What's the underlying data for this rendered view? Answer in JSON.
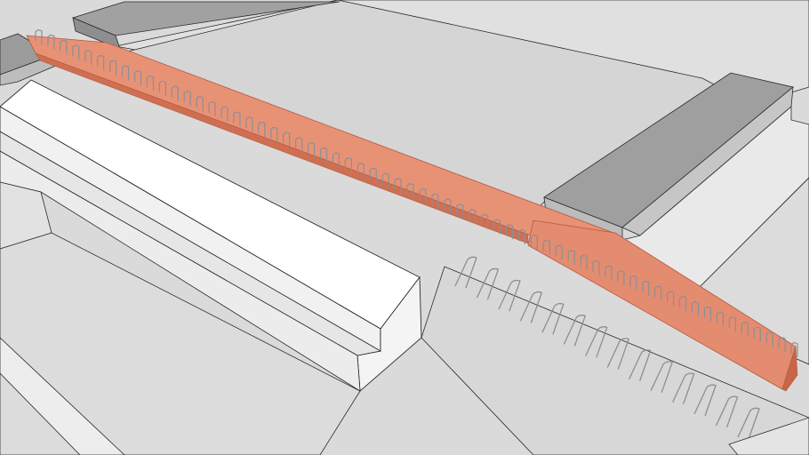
{
  "colors": {
    "background": "#d9d9d9",
    "ground": "#dcdcdc",
    "slab_top": "#d6d6d6",
    "abutment_top": "#9e9e9e",
    "abutment_side": "#bdbdbd",
    "wall_white": "#ffffff",
    "wall_shade": "#e8e8e8",
    "girder_fill": "#e89275",
    "girder_dark": "#c9664a",
    "rebar": "#8a8f96",
    "edge": "#2a2a2a"
  },
  "scene": {
    "components": [
      {
        "id": "left-abutment",
        "icon": "abutment-block-icon"
      },
      {
        "id": "right-abutment",
        "icon": "abutment-block-icon"
      },
      {
        "id": "deck-slab",
        "icon": "slab-icon"
      },
      {
        "id": "girder",
        "icon": "girder-icon"
      },
      {
        "id": "rebar-stirrups",
        "icon": "rebar-icon"
      },
      {
        "id": "retaining-wall",
        "icon": "wall-icon"
      }
    ],
    "stirrup_count_girder": 62,
    "stirrup_count_loose": 14
  }
}
